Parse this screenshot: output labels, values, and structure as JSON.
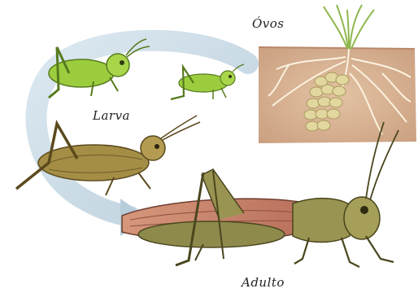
{
  "labels": {
    "ovos": "Óvos",
    "larva": "Larva",
    "adulto": "Adulto"
  },
  "colors": {
    "cycle_arrow": "#c3d7e3",
    "soil": "#d9b596",
    "roots": "#fbf3df",
    "eggs": "#e2d79f",
    "grass": "#8fb74d",
    "young_nymph": "#9ccd3e",
    "older_nymph": "#a48e46",
    "adult_body": "#8e8a4c",
    "adult_wing": "#c8826c"
  },
  "icons": {
    "egg_mass": "egg-cluster-illustration",
    "larva_small": "grasshopper-nymph-green",
    "larva_large": "grasshopper-nymph-brown",
    "adult": "grasshopper-adult"
  }
}
